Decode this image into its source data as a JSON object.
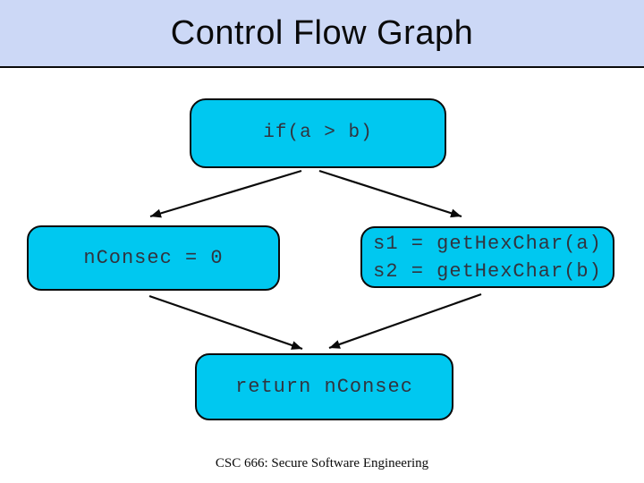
{
  "slide": {
    "title": "Control Flow Graph",
    "footer": "CSC 666: Secure Software Engineering"
  },
  "nodes": {
    "if": {
      "label": "if(a > b)"
    },
    "nconsec": {
      "label": "nConsec = 0"
    },
    "hexchar": {
      "line1": "s1 = getHexChar(a)",
      "line2": "s2 = getHexChar(b)"
    },
    "return": {
      "label": "return nConsec"
    }
  },
  "edges": [
    {
      "from": "if",
      "to": "nconsec"
    },
    {
      "from": "if",
      "to": "hexchar"
    },
    {
      "from": "nconsec",
      "to": "return"
    },
    {
      "from": "hexchar",
      "to": "return"
    }
  ],
  "colors": {
    "node_fill": "#00c8f0",
    "node_border": "#0a0a0a",
    "title_bg": "#ccd8f6",
    "arrow": "#0a0a0a"
  }
}
